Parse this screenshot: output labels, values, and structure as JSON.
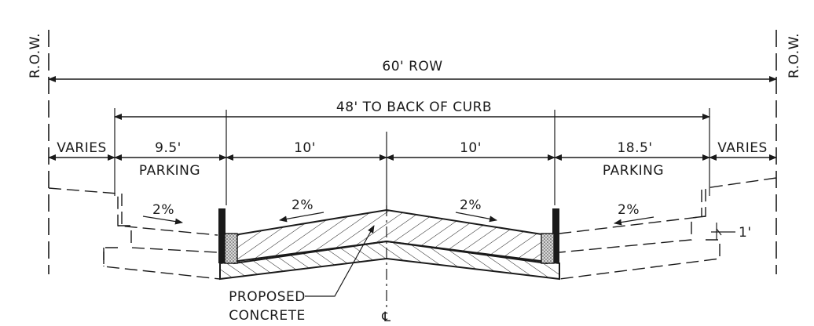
{
  "row_left_label": "R.O.W.",
  "row_right_label": "R.O.W.",
  "row_width": "60' ROW",
  "curb_width": "48' TO BACK OF CURB",
  "segments": {
    "varies_left": "VARIES",
    "parking_left_width": "9.5'",
    "parking_left_label": "PARKING",
    "lane_left_width": "10'",
    "lane_right_width": "10'",
    "parking_right_width": "18.5'",
    "parking_right_label": "PARKING",
    "varies_right": "VARIES"
  },
  "slopes": {
    "sidewalk_left": "2%",
    "pavement_left": "2%",
    "pavement_right": "2%",
    "sidewalk_right": "2%"
  },
  "offset_label": "1'",
  "material_line1": "PROPOSED",
  "material_line2": "CONCRETE",
  "centerline_symbol": "℄"
}
